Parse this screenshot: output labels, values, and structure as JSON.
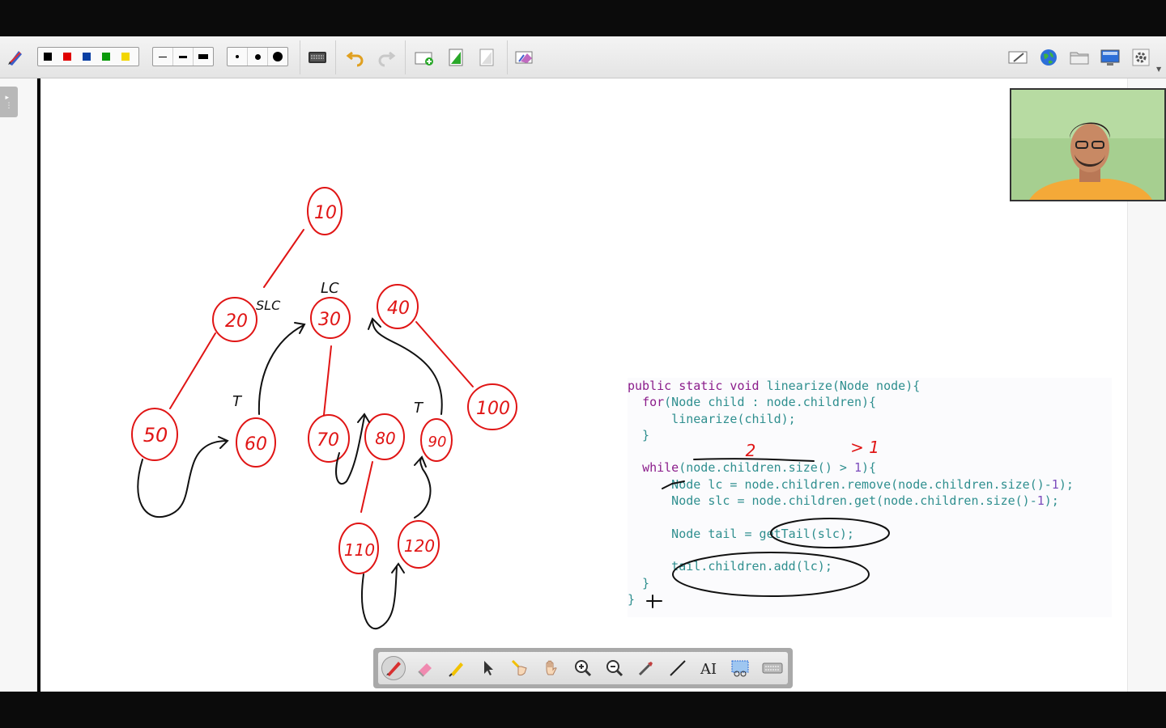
{
  "toolbar": {
    "colors": [
      "#000000",
      "#e00000",
      "#0a3fa3",
      "#0a9a0a",
      "#f2d600"
    ],
    "line_widths": [
      "thin",
      "medium",
      "thick"
    ],
    "point_sizes": [
      "small",
      "medium",
      "large"
    ],
    "left_tools": [
      "pen-settings-icon",
      "keyboard-icon",
      "undo-icon",
      "redo-icon",
      "new-page-icon",
      "next-page-icon",
      "previous-page-icon",
      "eraser-board-icon"
    ],
    "right_tools": [
      "edit-icon",
      "globe-icon",
      "folder-icon",
      "monitor-icon",
      "settings-icon"
    ]
  },
  "code": {
    "lines": [
      [
        [
          "kw",
          "public static void "
        ],
        [
          "",
          "linearize("
        ],
        [
          "",
          "Node node"
        ],
        [
          "",
          "){"
        ]
      ],
      [
        [
          "",
          "  "
        ],
        [
          "kw",
          "for"
        ],
        [
          "",
          "(Node child : node.children){"
        ]
      ],
      [
        [
          "",
          "      linearize(child);"
        ]
      ],
      [
        [
          "",
          "  }"
        ]
      ],
      [
        [
          "",
          ""
        ]
      ],
      [
        [
          "",
          "  "
        ],
        [
          "kw",
          "while"
        ],
        [
          "",
          "(node.children.size() > "
        ],
        [
          "num",
          "1"
        ],
        [
          "",
          "){"
        ]
      ],
      [
        [
          "",
          "      Node lc = node.children.remove(node.children.size()-"
        ],
        [
          "num",
          "1"
        ],
        [
          "",
          ");"
        ]
      ],
      [
        [
          "",
          "      Node slc = node.children.get(node.children.size()-"
        ],
        [
          "num",
          "1"
        ],
        [
          "",
          ");"
        ]
      ],
      [
        [
          "",
          ""
        ]
      ],
      [
        [
          "",
          "      Node tail = getTail(slc);"
        ]
      ],
      [
        [
          "",
          ""
        ]
      ],
      [
        [
          "",
          "      tail.children.add(lc);"
        ]
      ],
      [
        [
          "",
          "  }"
        ]
      ],
      [
        [
          "",
          "}"
        ]
      ]
    ]
  },
  "annotations": {
    "tree_nodes": [
      "10",
      "20",
      "30",
      "40",
      "50",
      "60",
      "70",
      "80",
      "90",
      "100",
      "110",
      "120"
    ],
    "labels": [
      "SLC",
      "LC",
      "T",
      "T",
      "2",
      "> 1"
    ]
  },
  "bottom_toolbar": {
    "tools": [
      "pen-icon",
      "eraser-icon",
      "highlighter-icon",
      "pointer-icon",
      "laser-icon",
      "hand-icon",
      "zoom-in-icon",
      "zoom-out-icon",
      "color-picker-icon",
      "line-icon",
      "text-icon",
      "screenshot-icon",
      "keyboard-icon"
    ],
    "active_tool": "pen-icon"
  }
}
